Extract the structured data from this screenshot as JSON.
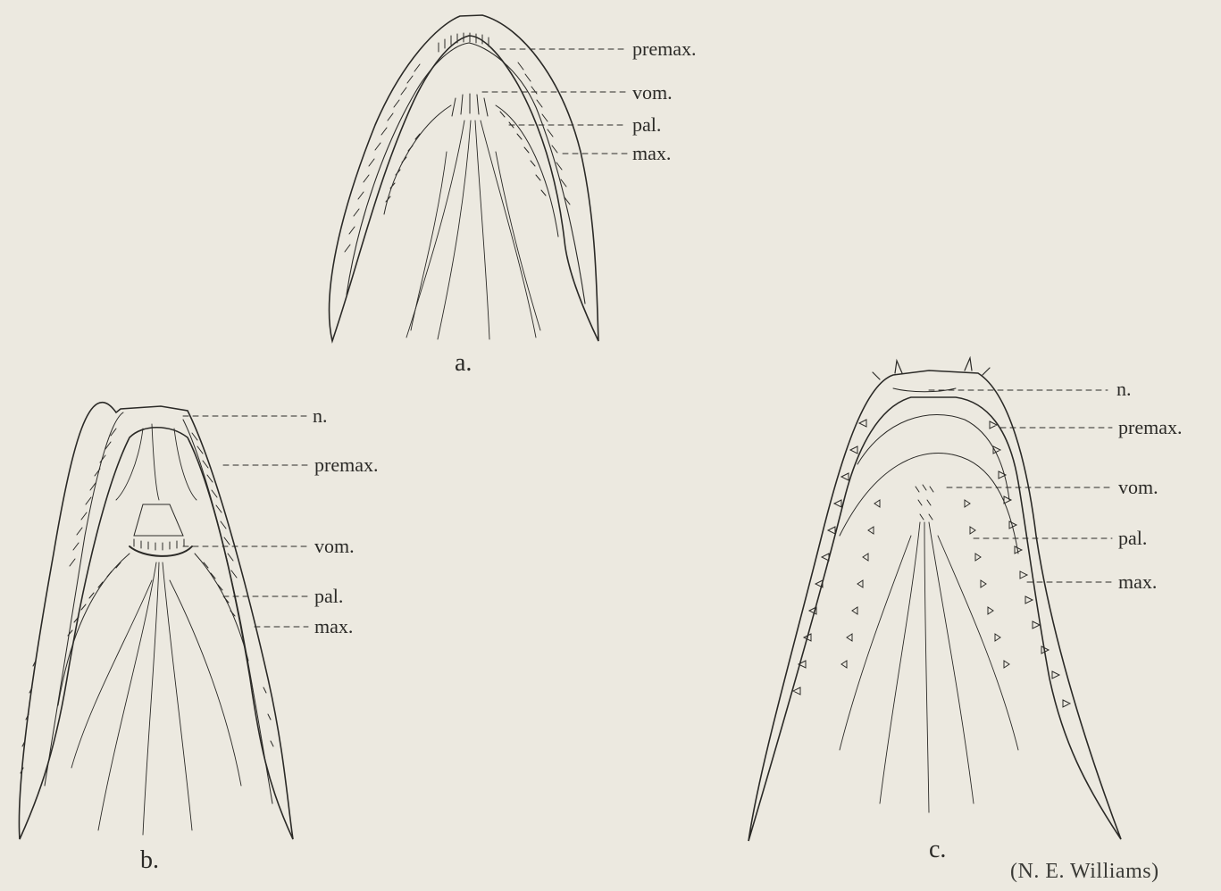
{
  "figures": {
    "a": {
      "caption": "a.",
      "labels": {
        "premax": "premax.",
        "vom": "vom.",
        "pal": "pal.",
        "max": "max."
      }
    },
    "b": {
      "caption": "b.",
      "labels": {
        "n": "n.",
        "premax": "premax.",
        "vom": "vom.",
        "pal": "pal.",
        "max": "max."
      }
    },
    "c": {
      "caption": "c.",
      "labels": {
        "n": "n.",
        "premax": "premax.",
        "vom": "vom.",
        "pal": "pal.",
        "max": "max."
      }
    }
  },
  "credit": "(N. E. Williams)",
  "colors": {
    "ink": "#2b2a27",
    "paper": "#ece9e0"
  }
}
